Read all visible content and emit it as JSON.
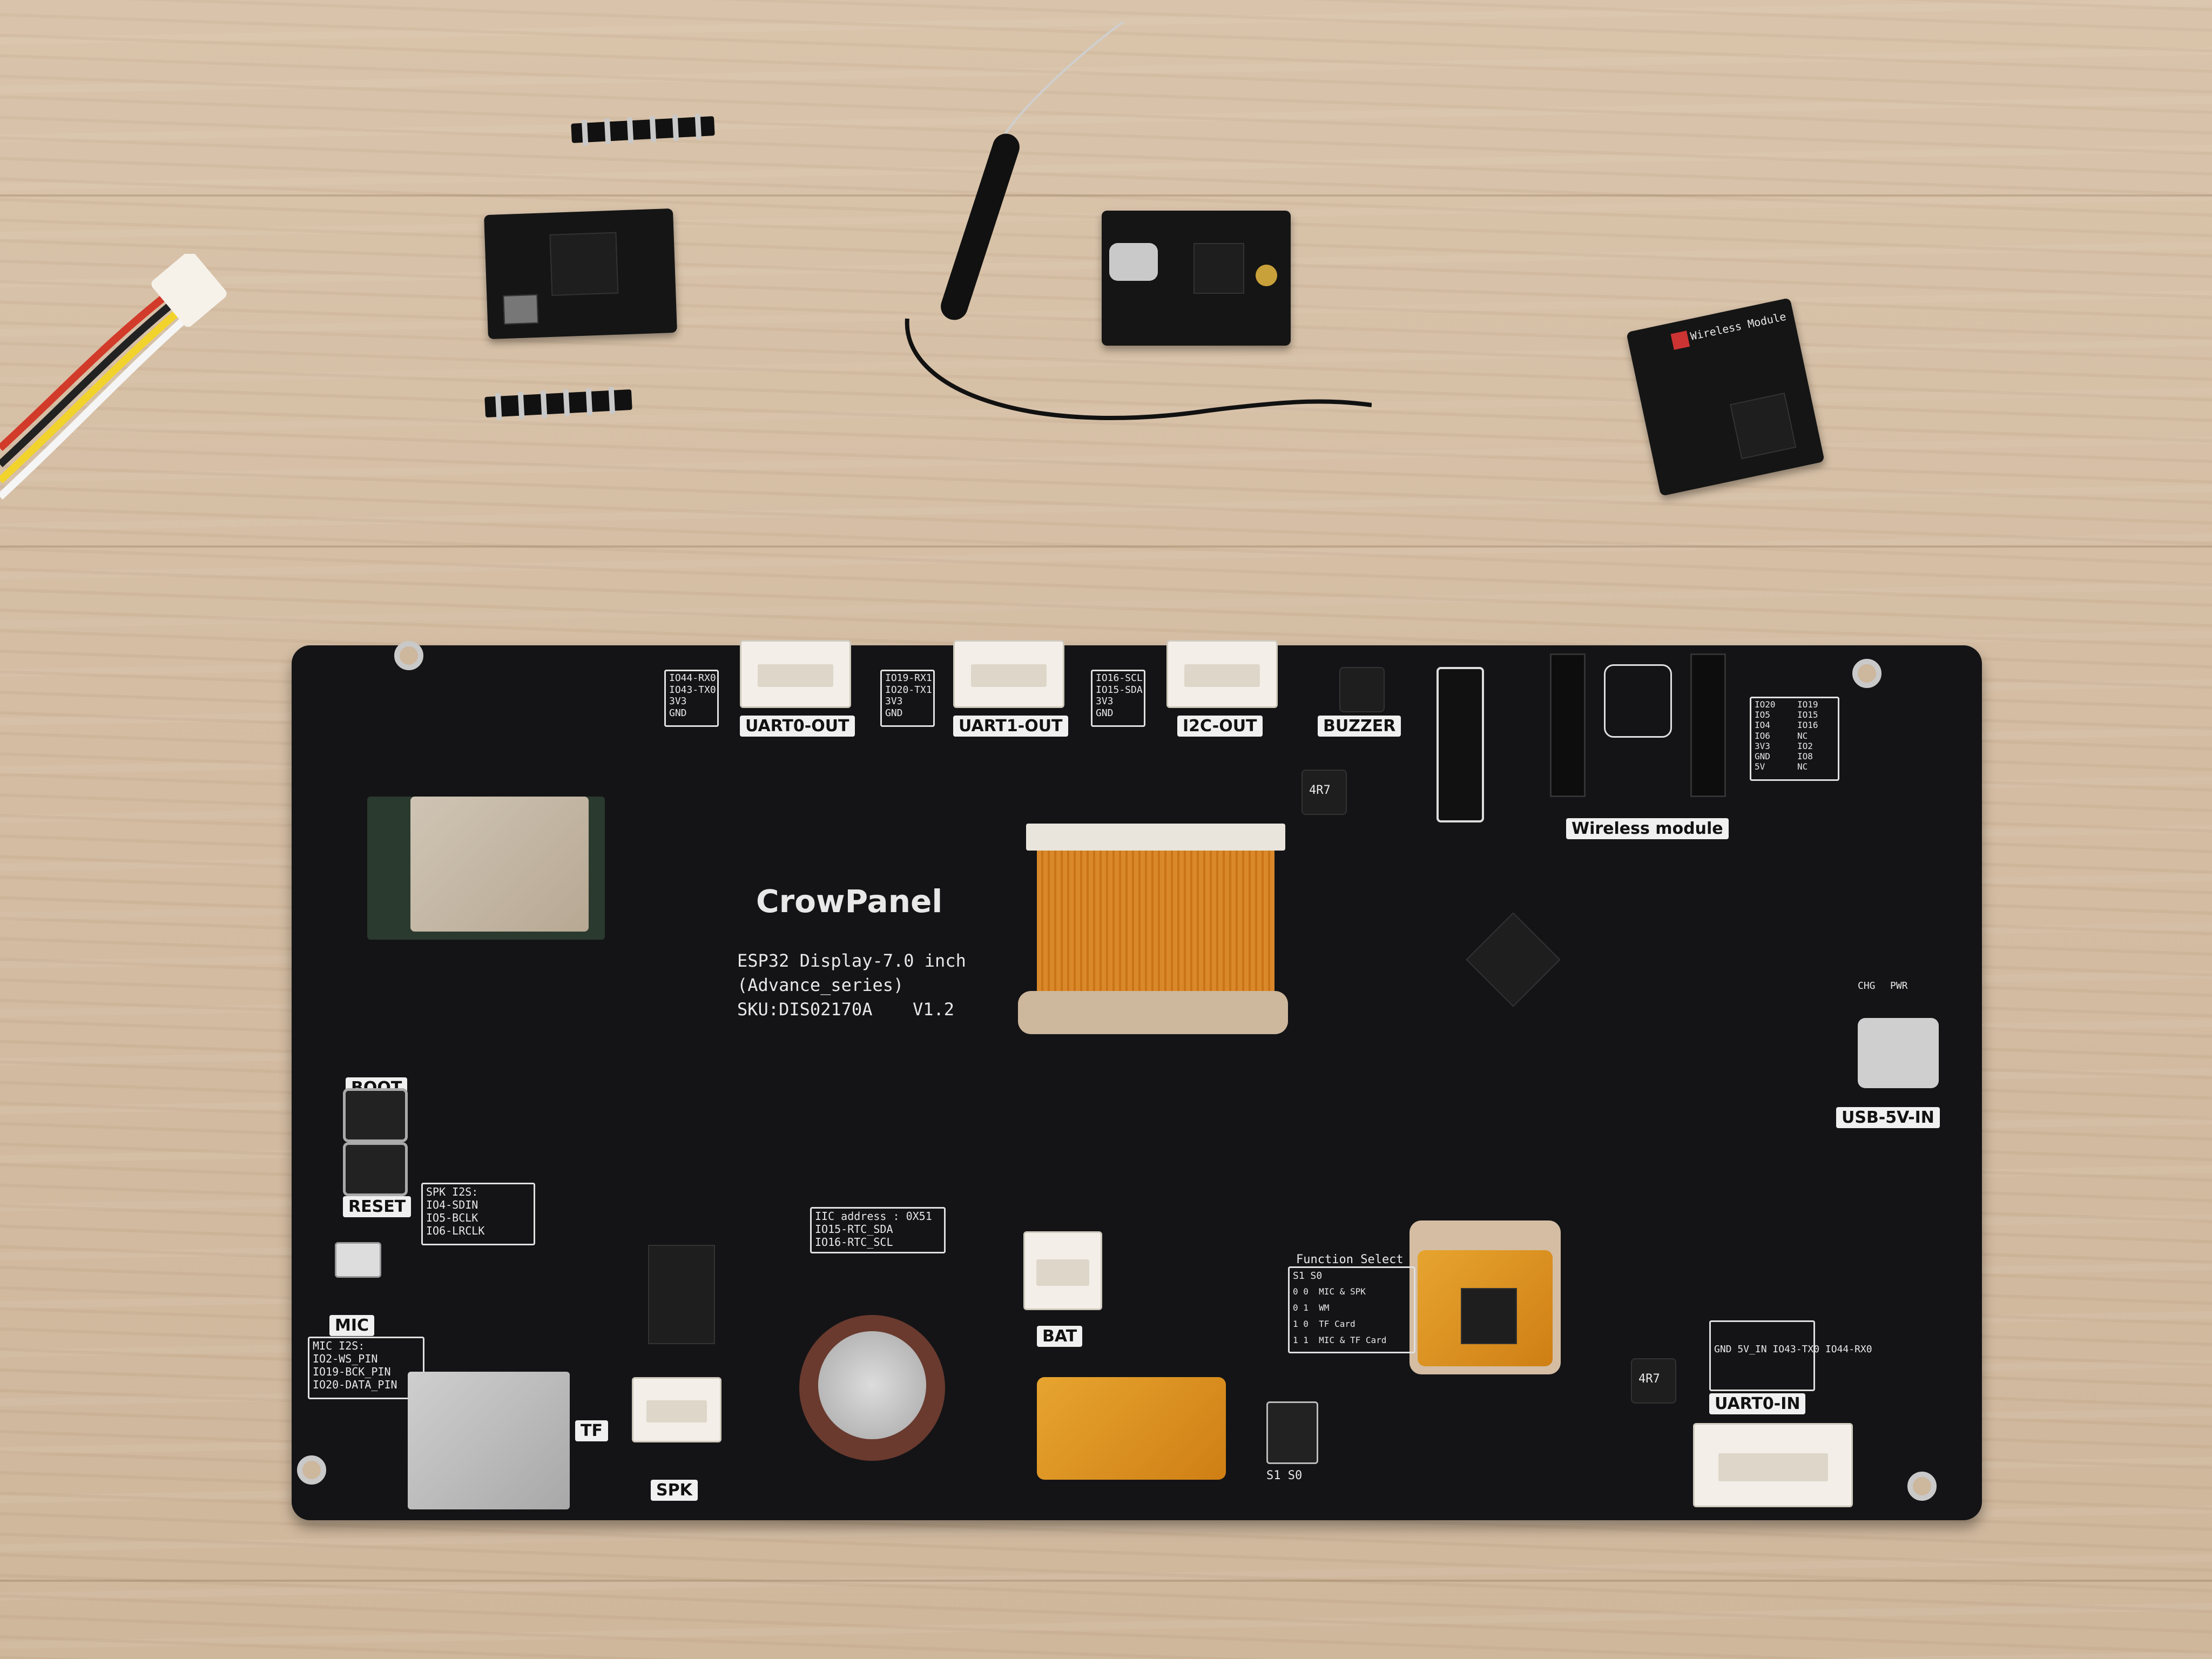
{
  "board": {
    "brand": "CrowPanel",
    "title_line1": "ESP32 Display-7.0 inch",
    "title_line2": "(Advance_series)",
    "sku": "SKU:DIS02170A",
    "version": "V1.2"
  },
  "connector_labels": {
    "uart0_out": "UART0-OUT",
    "uart1_out": "UART1-OUT",
    "i2c_out": "I2C-OUT",
    "buzzer": "BUZZER",
    "wireless": "Wireless module",
    "usb": "USB-5V-IN",
    "bat": "BAT",
    "uart0_in": "UART0-IN",
    "tf": "TF",
    "spk": "SPK",
    "mic": "MIC",
    "reset": "RESET",
    "boot": "BOOT"
  },
  "silkscreen": {
    "uart0_pins": "IO44-RX0\nIO43-TX0\n3V3\nGND",
    "uart1_pins": "IO19-RX1\nIO20-TX1\n3V3\nGND",
    "i2c_pins": "IO16-SCL\nIO15-SDA\n3V3\nGND",
    "spk_i2s": "SPK I2S:\nIO4-SDIN\nIO5-BCLK\nIO6-LRCLK",
    "mic_i2s": "MIC I2S:\nIO2-WS_PIN\nIO19-BCK_PIN\nIO20-DATA_PIN",
    "iic": "IIC address : 0X51\nIO15-RTC_SDA\nIO16-RTC_SCL",
    "function_select_title": "Function Select",
    "function_select_header": "S1 S0",
    "function_select_rows": [
      "0 0  MIC & SPK",
      "0 1  WM",
      "1 0  TF Card",
      "1 1  MIC & TF Card"
    ],
    "wireless_pins_left": "IO20\nIO5\nIO4\nIO6\n3V3\nGND\n5V",
    "wireless_pins_right": "IO19\nIO15\nIO16\nNC\nIO2\nIO8\nNC",
    "uart0_in_pins": "GND 5V_IN IO43-TX0 IO44-RX0",
    "inductor": "4R7",
    "switch": "S1 S0",
    "chg": "CHG",
    "pwr": "PWR"
  },
  "loose_parts": {
    "wireless_module_label": "Wireless Module"
  }
}
